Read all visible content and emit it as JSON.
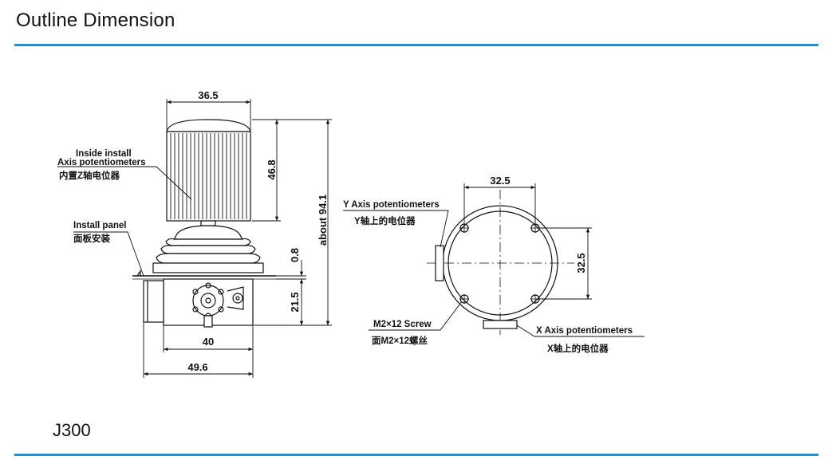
{
  "header": {
    "title": "Outline Dimension"
  },
  "footer": {
    "model": "J300"
  },
  "side_view": {
    "dims": {
      "top_width": "36.5",
      "knob_height": "46.8",
      "overall_height": "about 94.1",
      "panel_thickness": "0.8",
      "below_panel": "21.5",
      "body_width": "40",
      "overall_width": "49.6"
    },
    "labels": {
      "z_pot_en_1": "Inside install",
      "z_pot_en_2": "Axis potentiometers",
      "z_pot_cn": "内置Z轴电位器",
      "panel_en": "Install panel",
      "panel_cn": "面板安装"
    }
  },
  "bottom_view": {
    "dims": {
      "hole_spacing_x": "32.5",
      "hole_spacing_y": "32.5"
    },
    "labels": {
      "y_pot_en": "Y Axis potentiometers",
      "y_pot_cn": "Y轴上的电位器",
      "screw_en": "M2×12 Screw",
      "screw_cn": "面M2×12螺丝",
      "x_pot_en": "X Axis potentiometers",
      "x_pot_cn": "X轴上的电位器"
    }
  },
  "colors": {
    "accent_rule": "#1e8fd0",
    "line": "#111111"
  }
}
